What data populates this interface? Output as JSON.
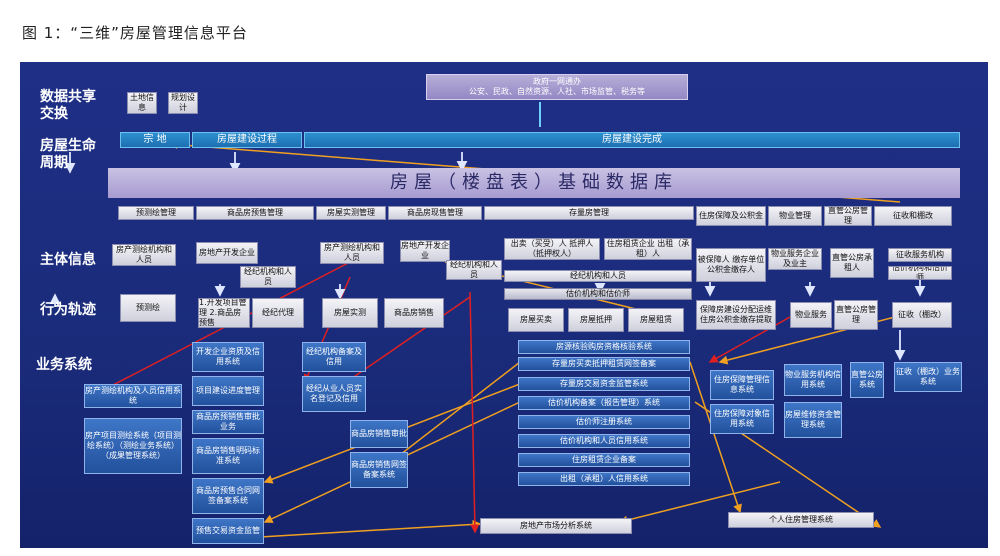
{
  "caption": "图 1：“三维”房屋管理信息平台",
  "labels": {
    "data_exchange": "数据共享交换",
    "lifecycle": "房屋生命周期",
    "subject_info": "主体信息",
    "behavior_trace": "行为轨迹",
    "business_system": "业务系统"
  },
  "gov": {
    "title": "政府一网通办",
    "departments": "公安、民政、自然资源、人社、市场监管、税务等"
  },
  "source": {
    "land_info": "土地信息",
    "plan_design": "规划设计"
  },
  "lifecycle": {
    "zongdi": "宗 地",
    "building": "房屋建设过程",
    "completed": "房屋建设完成"
  },
  "database": "房屋（楼盘表）基础数据库",
  "management": [
    "预测绘管理",
    "商品房预售管理",
    "房屋实测管理",
    "商品房现售管理",
    "存量房管理",
    "住房保障及公积金",
    "物业管理",
    "直管公房管理",
    "征收和棚改"
  ],
  "subjects": {
    "survey_org": "房产测绘机构和人员",
    "developer": "房地产开发企业",
    "broker1": "经纪机构和人员",
    "survey_org2": "房产测绘机构和人员",
    "developer2": "房地产开发企业",
    "broker2": "经纪机构和人员",
    "buyer": "出卖（买受）人 抵押人（抵押权人）",
    "rental_company": "住房租赁企业 出租（承租）人",
    "broker3": "经纪机构和人员",
    "appraiser": "估价机构和估价师",
    "housing_security": "被保障人 缴存单位 公积金缴存人",
    "property_company": "物业服务企业 及业主",
    "public_housing": "直管公房承租人",
    "requisition": "征收服务机构",
    "appraiser2": "估价机构和估价师"
  },
  "behaviors": {
    "pre_survey": "预测绘",
    "presale": "1.开发项目管理 2.商品房预售",
    "broker_agency": "经纪代理",
    "actual_survey": "房屋实测",
    "spot_sale": "商品房销售",
    "buy_sell": "房屋买卖",
    "mortgage": "房屋抵押",
    "lease": "房屋租赁",
    "security_distribution": "保障房建设分配运维 住房公积金缴存提取",
    "property_service": "物业服务",
    "public_housing_mgmt": "直管公房管理",
    "requisition": "征收（棚改）"
  },
  "systems": {
    "survey_credit": "房产测绘机构及人员信用系统",
    "survey_project": "房产项目测绘系统（项目测绘系统）（测绘业务系统）（成果管理系统）",
    "dev_qualification": "开发企业资质及信用系统",
    "project_progress": "项目建设进度管理",
    "presale_approval": "商品房预销售审批业务",
    "code_standard": "商品房销售明码标准系统",
    "presale_contract": "商品房预售合同网签备案系统",
    "presale_fund": "预售交易资金监管",
    "broker_record": "经纪机构备案及信用",
    "broker_staff": "经纪从业人员实名登记及信用",
    "sale_approval": "商品房销售审批",
    "sale_contract": "商品房销售网签备案系统",
    "check_system": "房源核验购房资格核验系统",
    "stock_contract": "存量房买卖抵押租赁网签备案",
    "fund_supervision": "存量房交易资金监管系统",
    "appraisal_record": "估价机构备案（报告管理）系统",
    "appraiser_registry": "估价师注册系统",
    "appraisal_credit": "估价机构和人员信用系统",
    "rental_record": "住房租赁企业备案",
    "lease_credit": "出租（承租）人信用系统",
    "security_mgmt": "住房保障管理信息系统",
    "security_credit": "住房保障对象信用系统",
    "property_credit": "物业服务机构信用系统",
    "maintenance_fund": "房屋维修资金管理系统",
    "public_housing_sys": "直管公房系统",
    "requisition_sys": "征收（棚改）业务系统",
    "market_analysis": "房地产市场分析系统",
    "personal_housing": "个人住房管理系统"
  }
}
